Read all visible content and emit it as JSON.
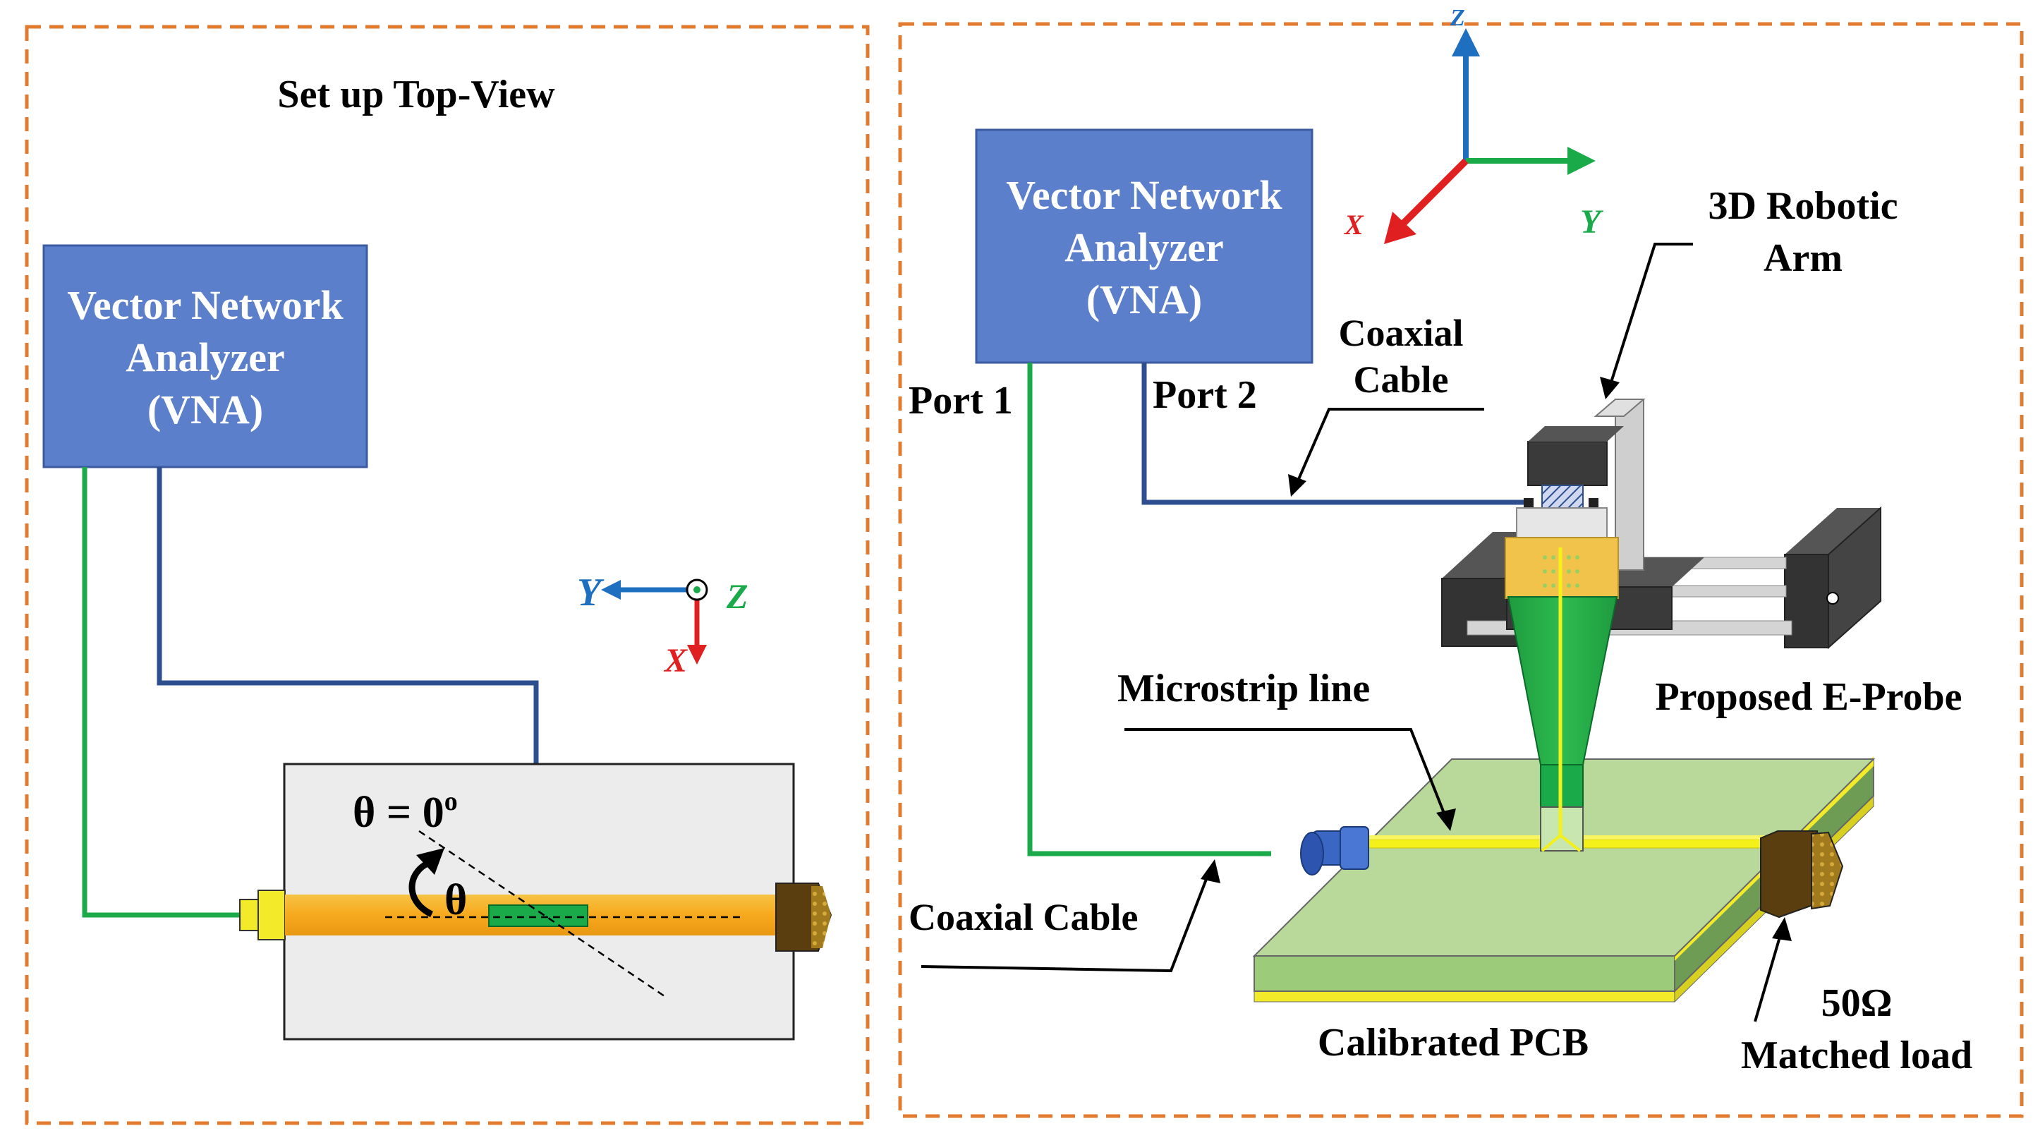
{
  "left_panel": {
    "title": "Set up Top-View",
    "vna": {
      "line1": "Vector Network",
      "line2": "Analyzer",
      "line3": "(VNA)"
    },
    "angle_label": "θ = 0",
    "angle_sup": "o",
    "theta_label": "θ",
    "axes": {
      "y": "Y",
      "z": "Z",
      "x": "X"
    }
  },
  "right_panel": {
    "vna": {
      "line1": "Vector Network",
      "line2": "Analyzer",
      "line3": "(VNA)"
    },
    "port1": "Port 1",
    "port2": "Port 2",
    "coax_top": {
      "line1": "Coaxial",
      "line2": "Cable"
    },
    "robotic_arm": {
      "line1": "3D Robotic",
      "line2": "Arm"
    },
    "microstrip": "Microstrip line",
    "e_probe": "Proposed E-Probe",
    "coax_bottom": "Coaxial Cable",
    "pcb": "Calibrated PCB",
    "load": {
      "line1": "50Ω",
      "line2": "Matched load"
    },
    "axes": {
      "z": "Z",
      "y": "Y",
      "x": "X"
    }
  },
  "colors": {
    "panel_border": "#e07b30",
    "vna_fill": "#5b7fcb",
    "green_cable": "#1aaa4a",
    "blue_cable": "#2e4f8f",
    "z_axis": "#1f6fc0",
    "y_axis": "#1aaa4a",
    "x_axis": "#e02020"
  }
}
